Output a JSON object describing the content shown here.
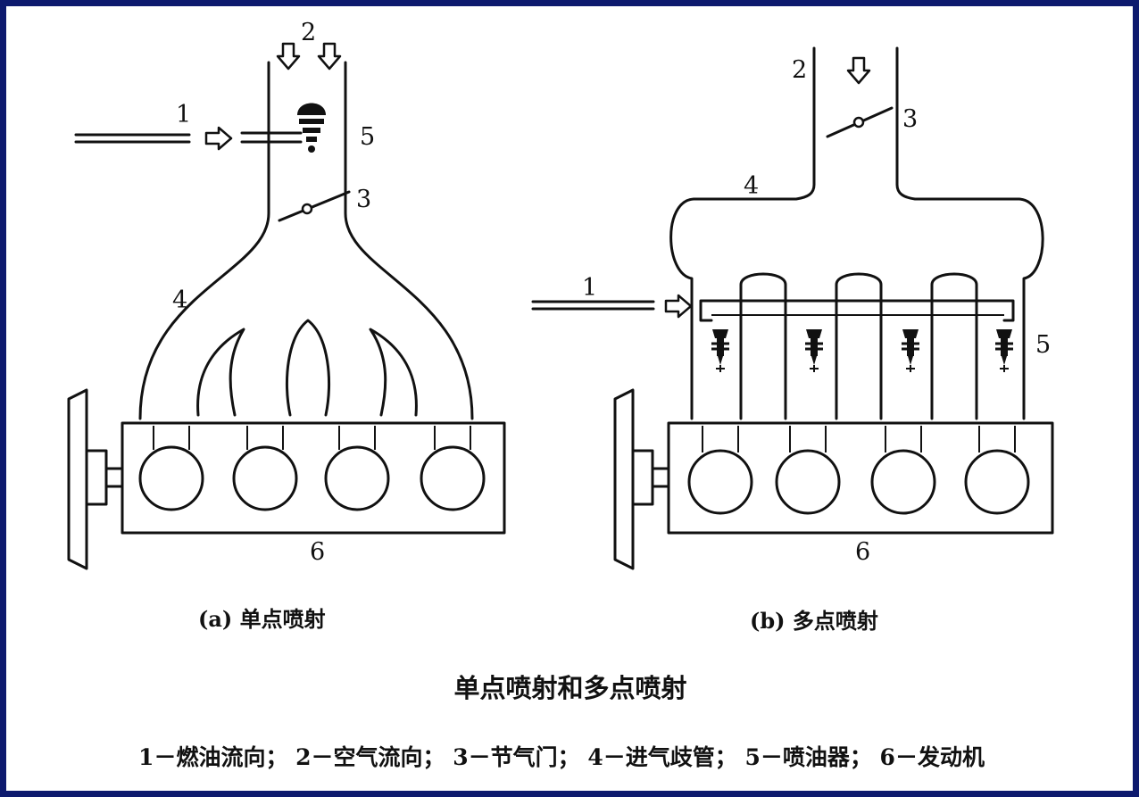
{
  "diagram": {
    "title": "单点喷射和多点喷射",
    "panel_a": {
      "caption": "(a) 单点喷射",
      "labels": {
        "fuel": "1",
        "air": "2",
        "throttle": "3",
        "manifold": "4",
        "injector": "5",
        "engine": "6"
      }
    },
    "panel_b": {
      "caption": "(b) 多点喷射",
      "labels": {
        "fuel": "1",
        "air": "2",
        "throttle": "3",
        "manifold": "4",
        "injector": "5",
        "engine": "6"
      }
    },
    "legend": "1－燃油流向；  2－空气流向；  3－节气门；  4－进气歧管；  5－喷油器；  6－发动机"
  },
  "colors": {
    "border": "#0d1a6e",
    "ink": "#111111",
    "background": "#ffffff"
  }
}
